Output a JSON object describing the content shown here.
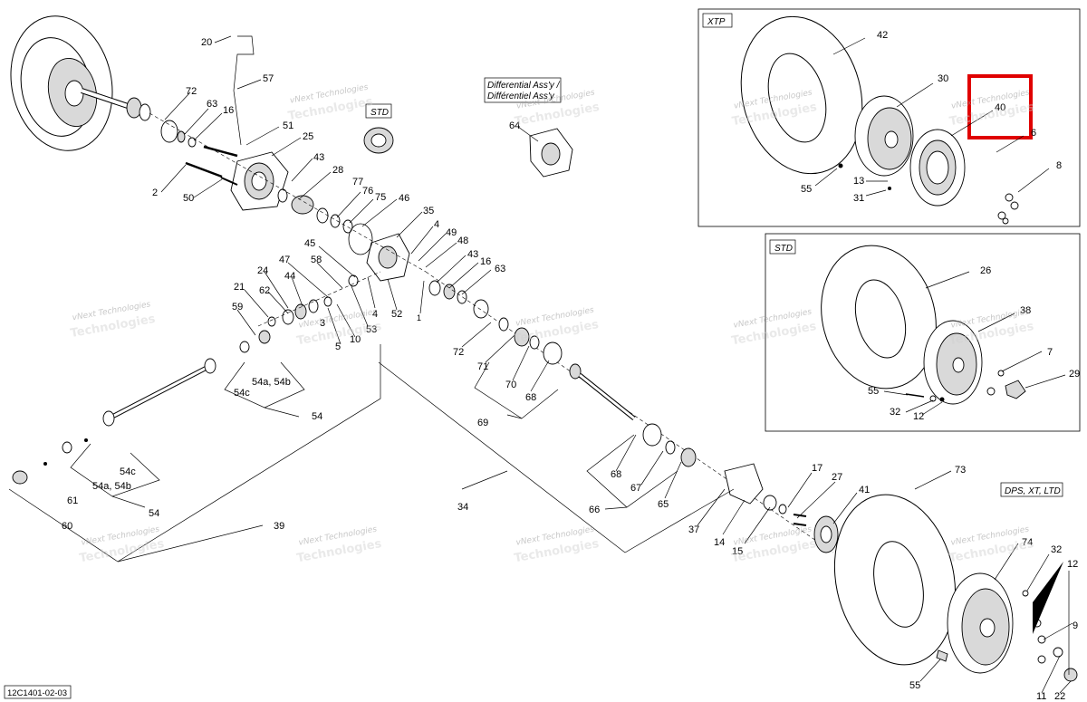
{
  "figure_code": "12C1401-02-03",
  "panels": {
    "xtp": {
      "label": "XTP"
    },
    "std_wheel": {
      "label": "STD"
    },
    "std_main": {
      "label": "STD"
    },
    "differential": {
      "label_line1": "Differential Ass'y /",
      "label_line2": "Différentiel Ass'y"
    },
    "dps": {
      "label": "DPS, XT, LTD"
    }
  },
  "watermark": {
    "line1": "vNext Technologies",
    "line2": "Technologies"
  },
  "callouts": {
    "c20": "20",
    "c57": "57",
    "c72": "72",
    "c63": "63",
    "c16": "16",
    "c51": "51",
    "c25": "25",
    "c2": "2",
    "c50": "50",
    "c43": "43",
    "c28": "28",
    "c77": "77",
    "c76": "76",
    "c75": "75",
    "c46": "46",
    "c35": "35",
    "c4a": "4",
    "c49": "49",
    "c48": "48",
    "c43b": "43",
    "c16b": "16",
    "c63b": "63",
    "c45": "45",
    "c47": "47",
    "c58": "58",
    "c24": "24",
    "c44": "44",
    "c21": "21",
    "c62": "62",
    "c59": "59",
    "c3": "3",
    "c10": "10",
    "c5": "5",
    "c53": "53",
    "c4b": "4",
    "c52": "52",
    "c1": "1",
    "c64": "64",
    "c72b": "72",
    "c71": "71",
    "c70": "70",
    "c68": "68",
    "c69": "69",
    "c54a54b": "54a, 54b",
    "c54c": "54c",
    "c54": "54",
    "c54c2": "54c",
    "c54a54b2": "54a, 54b",
    "c542": "54",
    "c61": "61",
    "c60": "60",
    "c39": "39",
    "c34": "34",
    "c68b": "68",
    "c67": "67",
    "c66": "66",
    "c65": "65",
    "c37": "37",
    "c14": "14",
    "c15": "15",
    "c17": "17",
    "c27": "27",
    "c41": "41",
    "c42": "42",
    "c30": "30",
    "c40": "40",
    "c6": "6",
    "c8": "8",
    "c55": "55",
    "c13": "13",
    "c31": "31",
    "c26": "26",
    "c38": "38",
    "c7": "7",
    "c29": "29",
    "c55b": "55",
    "c32": "32",
    "c12": "12",
    "c73": "73",
    "c74": "74",
    "c32b": "32",
    "c12b": "12",
    "c9": "9",
    "c55c": "55",
    "c11": "11",
    "c22": "22"
  }
}
